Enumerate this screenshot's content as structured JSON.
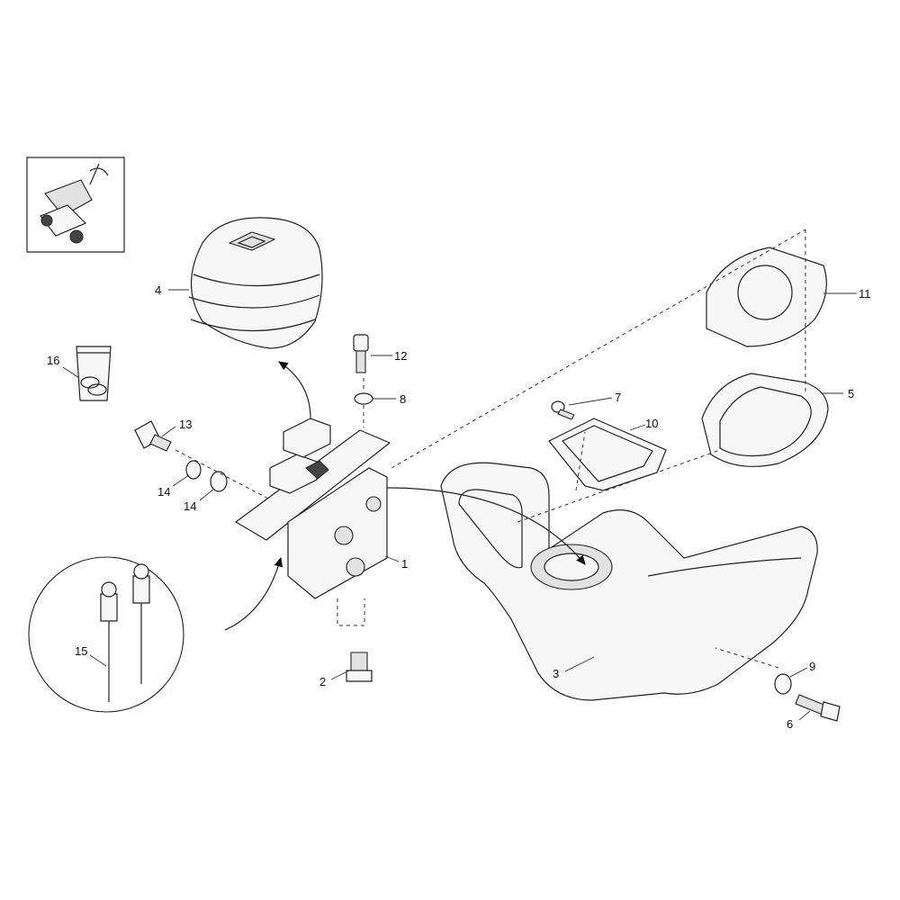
{
  "callouts": {
    "c1": "1",
    "c2": "2",
    "c3": "3",
    "c4": "4",
    "c5": "5",
    "c6": "6",
    "c7": "7",
    "c8": "8",
    "c9": "9",
    "c10": "10",
    "c11": "11",
    "c12": "12",
    "c13": "13",
    "c14a": "14",
    "c14b": "14",
    "c15": "15",
    "c16": "16"
  }
}
